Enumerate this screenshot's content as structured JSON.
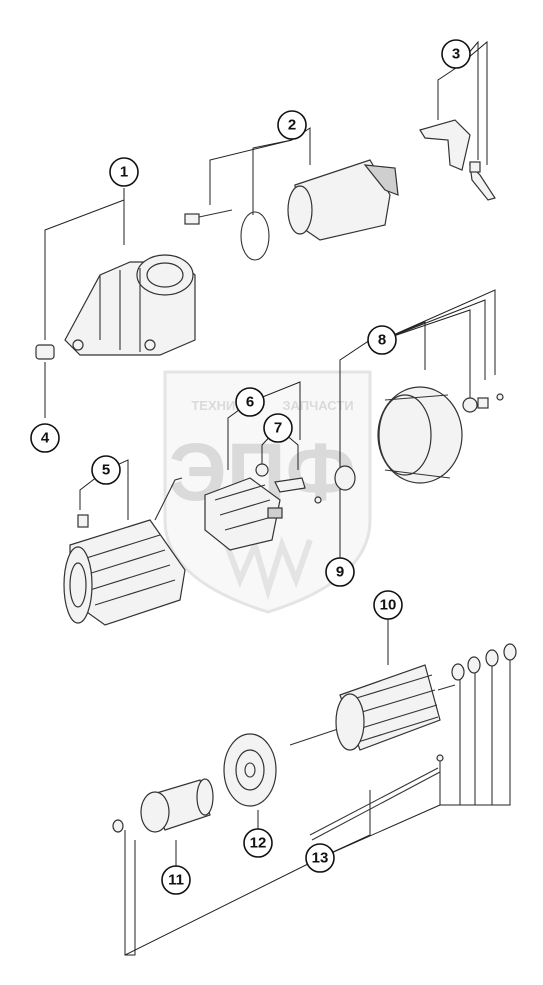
{
  "watermark": {
    "top_text_left": "ТЕХНИКА",
    "top_text_right": "ЗАПЧАСТИ",
    "logo_text": "ЭПФ"
  },
  "callouts": [
    {
      "id": "c1",
      "label": "1"
    },
    {
      "id": "c2",
      "label": "2"
    },
    {
      "id": "c3",
      "label": "3"
    },
    {
      "id": "c4",
      "label": "4"
    },
    {
      "id": "c5",
      "label": "5"
    },
    {
      "id": "c6",
      "label": "6"
    },
    {
      "id": "c7",
      "label": "7"
    },
    {
      "id": "c8",
      "label": "8"
    },
    {
      "id": "c9",
      "label": "9"
    },
    {
      "id": "c10",
      "label": "10"
    },
    {
      "id": "c11",
      "label": "11"
    },
    {
      "id": "c12",
      "label": "12"
    },
    {
      "id": "c13",
      "label": "13"
    }
  ]
}
